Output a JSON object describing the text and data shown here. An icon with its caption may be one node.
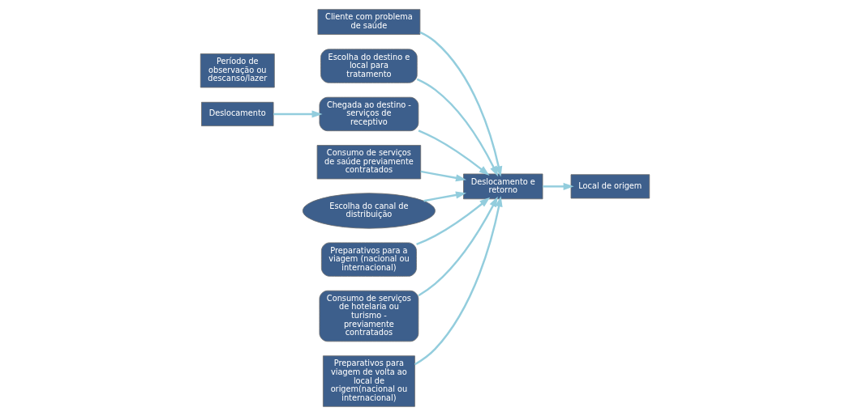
{
  "diagram": {
    "nodes": [
      {
        "text": [
          "Cliente com problema de saúde"
        ]
      },
      {
        "text": [
          "Escolha do destino e local para tratamento"
        ]
      },
      {
        "text": [
          "Chegada ao destino - serviços de receptivo"
        ]
      },
      {
        "text": [
          "Consumo de serviços de saúde previamente contratados"
        ]
      },
      {
        "text": [
          "Deslocamento"
        ]
      },
      {
        "text": [
          "Período de observação ou descanso/lazer"
        ]
      },
      {
        "text": [
          "Local de origem"
        ]
      },
      {
        "text": [
          "Deslocamento e retorno"
        ]
      },
      {
        "text": [
          "Escolha do canal de distribuição"
        ]
      },
      {
        "text": [
          "Preparativos para a viagem (nacional ou internacional)"
        ]
      },
      {
        "text": [
          "Consumo de serviços de hotelaria ou turismo - previamente contratados"
        ]
      },
      {
        "text": [
          "Preparativos para viagem de volta ao local de origem(nacional ou internacional)"
        ]
      }
    ],
    "edges": [
      {
        "from": 0,
        "to": 7,
        "arrow": "to"
      },
      {
        "from": 1,
        "to": 7,
        "arrow": "to"
      },
      {
        "from": 8,
        "to": 7,
        "arrow": "to"
      },
      {
        "from": 9,
        "to": 7,
        "arrow": "to"
      },
      {
        "from": 4,
        "to": 2,
        "arrow": "to"
      },
      {
        "from": 2,
        "to": 7,
        "arrow": "to"
      },
      {
        "from": 3,
        "to": 7,
        "arrow": "to"
      },
      {
        "from": 10,
        "to": 7,
        "arrow": "to"
      },
      {
        "from": 11,
        "to": 7,
        "arrow": "to"
      },
      {
        "from": 7,
        "to": 6,
        "arrow": "to"
      }
    ]
  }
}
